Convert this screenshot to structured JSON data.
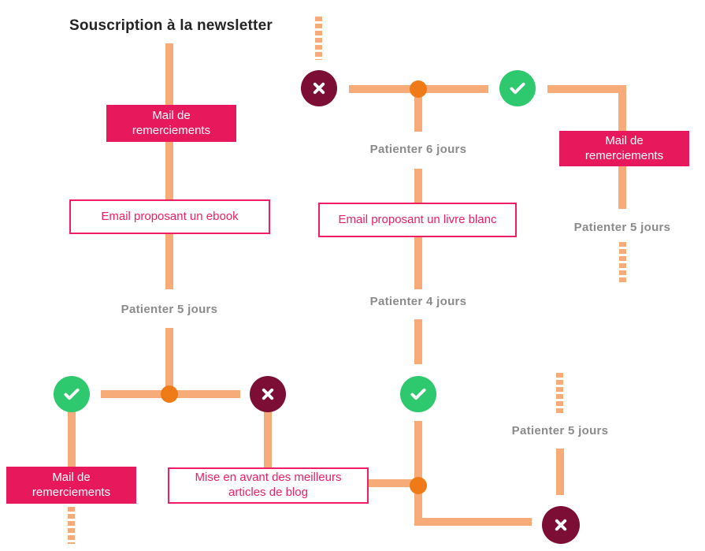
{
  "title": "Souscription à la newsletter",
  "colors": {
    "pink": "#e8185c",
    "pink_outline": "#f01e62",
    "orange_line": "#f7ab79",
    "orange_dot": "#ee7b17",
    "green": "#2ec96e",
    "maroon": "#7c0d34",
    "gray_label": "#8b8b8b",
    "title_color": "#242424"
  },
  "labels": {
    "mail_thanks": "Mail de remerciements",
    "email_ebook": "Email proposant un ebook",
    "email_whitepaper": "Email proposant un livre blanc",
    "blog_highlight": "Mise en avant des meilleurs articles de blog",
    "wait_4_days": "Patienter 4 jours",
    "wait_5_days": "Patienter 5 jours",
    "wait_6_days": "Patienter 6 jours"
  },
  "icons": {
    "success": "check-icon",
    "failure": "x-icon",
    "branch_point": "junction-dot"
  }
}
